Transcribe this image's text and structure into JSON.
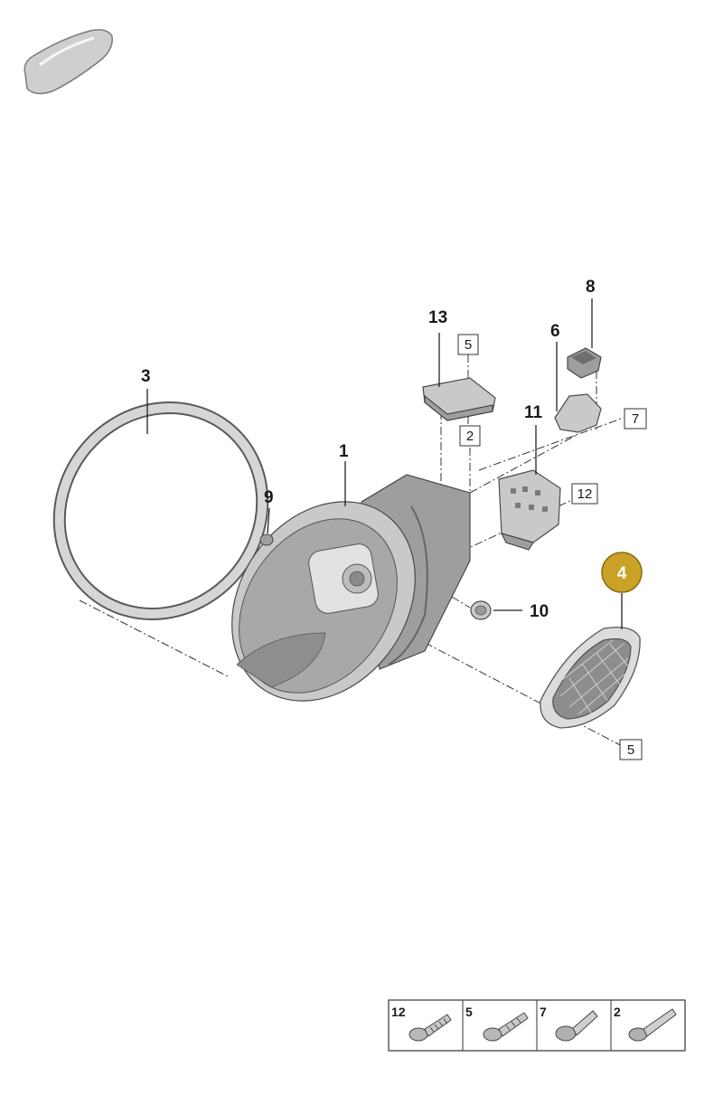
{
  "callouts": {
    "c1": "1",
    "c3": "3",
    "c4": "4",
    "c6": "6",
    "c8": "8",
    "c9": "9",
    "c10": "10",
    "c11": "11",
    "c13": "13"
  },
  "boxes": {
    "b5_top": "5",
    "b2": "2",
    "b7": "7",
    "b12": "12",
    "b5_bottom": "5"
  },
  "legend": {
    "items": [
      "12",
      "5",
      "7",
      "2"
    ]
  },
  "colors": {
    "highlight": "#c9a227",
    "part_fill": "#c9c9c9",
    "line": "#333333"
  },
  "icons": {
    "vehicle": "car-silhouette-icon"
  }
}
